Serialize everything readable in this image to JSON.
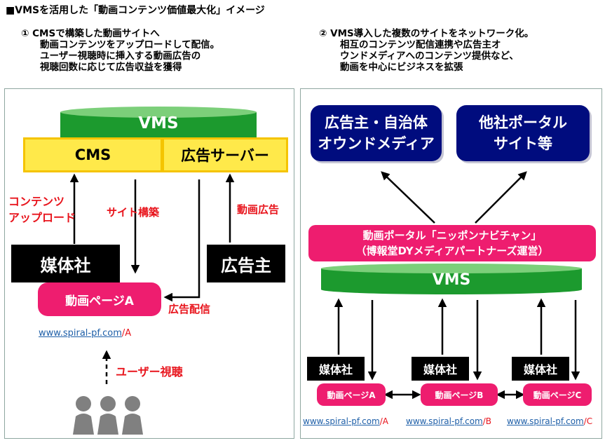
{
  "title": "■VMSを活用した「動画コンテンツ価値最大化」イメージ",
  "left": {
    "desc_lines": [
      "① CMSで構築した動画サイトへ",
      "動画コンテンツをアップロードして配信。",
      "ユーザー視聴時に挿入する動画広告の",
      "視聴回数に応じて広告収益を獲得"
    ],
    "vms": "VMS",
    "cms": "CMS",
    "ad_server": "広告サーバー",
    "upload_label_1": "コンテンツ",
    "upload_label_2": "アップロード",
    "site_build": "サイト構築",
    "video_ad": "動画広告",
    "media_company": "媒体社",
    "advertiser": "広告主",
    "video_page": "動画ページA",
    "ad_delivery": "広告配信",
    "url_main": "www.spiral-pf.com",
    "url_suffix": "/A",
    "user_viewing": "ユーザー視聴"
  },
  "right": {
    "desc_lines": [
      "② VMS導入した複数のサイトをネットワーク化。",
      "相互のコンテンツ配信連携や広告主オ",
      "ウンドメディアへのコンテンツ提供など、",
      "動画を中心にビジネスを拡張"
    ],
    "owned_media_1": "広告主・自治体",
    "owned_media_2": "オウンドメディア",
    "other_portal_1": "他社ポータル",
    "other_portal_2": "サイト等",
    "portal_1": "動画ポータル「ニッポンナビチャン」",
    "portal_2": "（博報堂DYメディアパートナーズ運営）",
    "vms": "VMS",
    "sites": [
      {
        "media": "媒体社",
        "page": "動画ページA",
        "url": "www.spiral-pf.com",
        "suffix": "/A"
      },
      {
        "media": "媒体社",
        "page": "動画ページB",
        "url": "www.spiral-pf.com",
        "suffix": "/B"
      },
      {
        "media": "媒体社",
        "page": "動画ページC",
        "url": "www.spiral-pf.com",
        "suffix": "/C"
      }
    ]
  },
  "colors": {
    "vms_green": "#1c9a2e",
    "cms_yellow": "#ffe94a",
    "pink": "#ee1d6f",
    "navy": "#000c7e",
    "red_text": "#e8141c",
    "panel_border": "#8fa7a0",
    "user_icon": "#808080"
  },
  "icons": [
    "user-group-icon",
    "arrow-icon",
    "double-arrow-icon"
  ]
}
